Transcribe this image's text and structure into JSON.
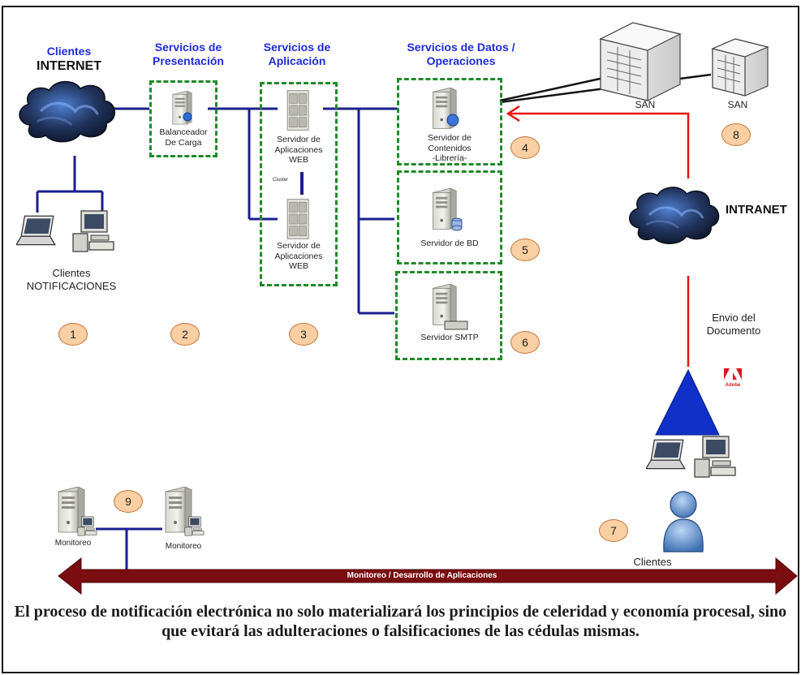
{
  "headers": {
    "clientes_title": "Clientes",
    "internet": "INTERNET",
    "presentacion": "Servicios de\nPresentación",
    "aplicacion": "Servicios de\nAplicación",
    "datos": "Servicios de Datos /\nOperaciones",
    "intranet": "INTRANET"
  },
  "nodes": {
    "balanceador": "Balanceador\nDe Carga",
    "servidor_web_1": "Servidor de\nAplicaciones\nWEB",
    "servidor_web_2": "Servidor de\nAplicaciones\nWEB",
    "cluster": "Cluster",
    "contenidos": "Servidor de\nContenidos\n-Librería-",
    "bd": "Servidor de BD",
    "smtp": "Servidor SMTP",
    "san_1": "SAN",
    "san_2": "SAN",
    "clientes_notif": "Clientes\nNOTIFICACIONES",
    "envio": "Envio del\nDocumento",
    "adobe": "Adobe",
    "clientes_bottom": "Clientes",
    "monitoreo_1": "Monitoreo",
    "monitoreo_2": "Monitoreo"
  },
  "badges": [
    "1",
    "2",
    "3",
    "4",
    "5",
    "6",
    "7",
    "8",
    "9"
  ],
  "arrow_label": "Monitoreo / Desarrollo de Aplicaciones",
  "caption": "El proceso de notificación electrónica no solo materializará los principios de celeridad y economía procesal, sino que evitará las adulteraciones o falsificaciones de las cédulas mismas.",
  "colors": {
    "link_line": "#1c1f8c",
    "dashed_box": "#1f8a2a",
    "red_arrow": "#e8140f",
    "badge_fill": "#f9cfa3",
    "bottom_arrow": "#7a0d10",
    "header_blue": "#1f2bd8",
    "triangle": "#1030c8"
  }
}
